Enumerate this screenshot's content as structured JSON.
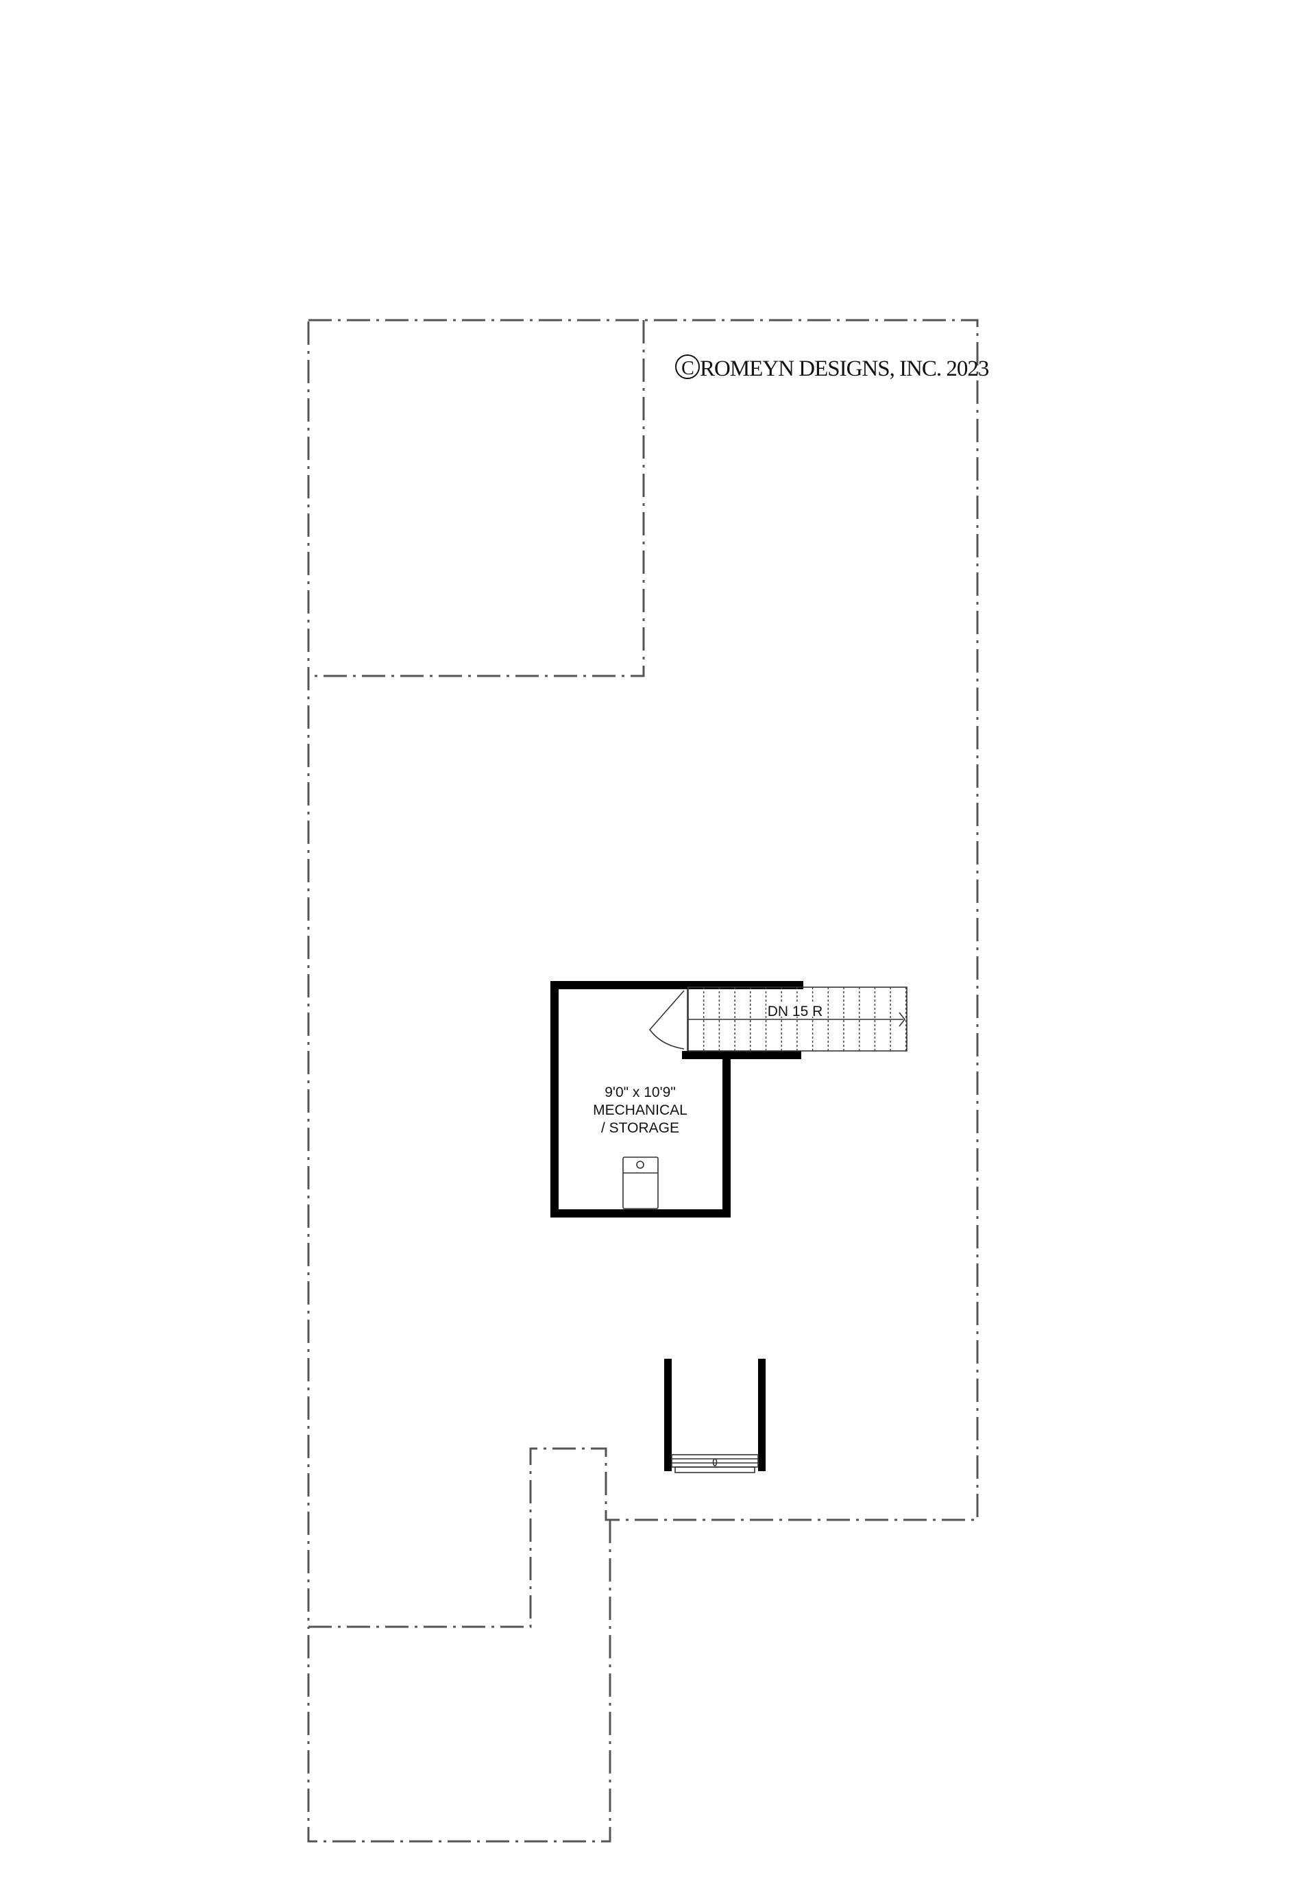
{
  "copyright": {
    "symbol": "C",
    "text": "ROMEYN DESIGNS, INC. 2023"
  },
  "room": {
    "dimensions": "9'0\" x 10'9\"",
    "name_line1": "MECHANICAL",
    "name_line2": "/ STORAGE"
  },
  "stair": {
    "label": "DN 15 R"
  }
}
